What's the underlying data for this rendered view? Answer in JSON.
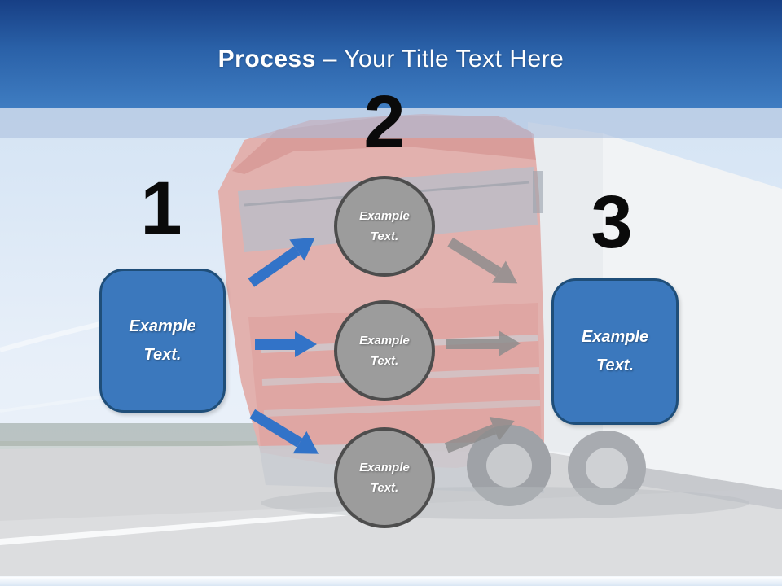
{
  "slide": {
    "title": {
      "bold": "Process",
      "rest": "– Your Title Text Here"
    }
  },
  "process": {
    "step_numbers": [
      "1",
      "2",
      "3"
    ],
    "left_box_label": "Example Text.",
    "circle_labels": [
      "Example Text.",
      "Example Text.",
      "Example Text."
    ],
    "right_box_label": "Example Text."
  },
  "background": {
    "description": "faded photo of red semi truck with white trailer on road under blue sky"
  },
  "colors": {
    "header_gradient_top": "#173f85",
    "header_gradient_bottom": "#3f7dc2",
    "subband_overlay": "#aac0de",
    "box_fill": "#3b78bd",
    "box_border": "#1f4e79",
    "circle_fill": "#9c9c9c",
    "circle_border": "#4d4d4d",
    "arrow_blue": "#3273c8",
    "arrow_gray": "#8c8c8c",
    "number_color": "#0a0a0a",
    "footer_strip": "#d9e6f4"
  }
}
